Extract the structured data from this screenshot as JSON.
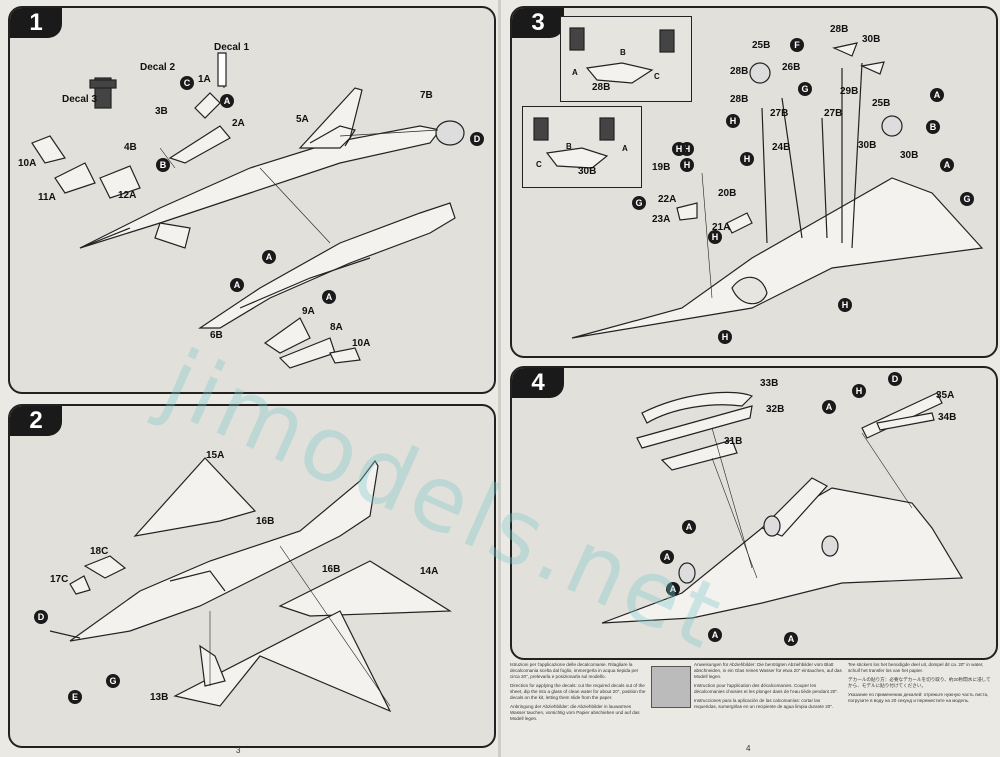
{
  "pages": {
    "left": "3",
    "right": "4"
  },
  "watermark": "jimodels.net",
  "steps": {
    "s1": {
      "number": "1",
      "decals": [
        "Decal 1",
        "Decal 2",
        "Decal 3"
      ],
      "parts": [
        "1A",
        "2A",
        "3B",
        "4B",
        "5A",
        "6B",
        "7B",
        "8A",
        "9A",
        "10A",
        "10A",
        "11A",
        "12A"
      ],
      "callouts": [
        "A",
        "B",
        "C",
        "D",
        "A",
        "A",
        "A"
      ]
    },
    "s2": {
      "number": "2",
      "parts": [
        "15A",
        "16B",
        "16B",
        "14A",
        "18C",
        "17C",
        "13B"
      ],
      "callouts": [
        "D",
        "G",
        "E"
      ]
    },
    "s3": {
      "number": "3",
      "parts": [
        "28B",
        "30B",
        "25B",
        "26B",
        "27B",
        "28B",
        "28B",
        "29B",
        "25B",
        "27B",
        "30B",
        "30B",
        "24B",
        "19B",
        "20B",
        "22A",
        "23A",
        "21A",
        "28B",
        "30B"
      ],
      "callouts": [
        "F",
        "G",
        "H",
        "A",
        "B",
        "H",
        "H",
        "G",
        "G",
        "H",
        "A",
        "H",
        "H",
        "H",
        "H"
      ],
      "inset_letters": [
        "B",
        "A",
        "C",
        "C",
        "B",
        "A"
      ]
    },
    "s4": {
      "number": "4",
      "parts": [
        "33B",
        "32B",
        "31B",
        "35A",
        "34B"
      ],
      "callouts": [
        "H",
        "D",
        "A",
        "A",
        "A",
        "A",
        "A",
        "A"
      ]
    }
  },
  "instructions": {
    "col1": [
      "Istruzioni per l'applicazione delle decalcomanie. Ritagliare la decalcomania scelta dal foglio, immergerla in acqua tiepida per circa 20\", prelevarla e posizionarla sul modello.",
      "Direction for applying the decals: cut the required decals out of the sheet, dip the into a glass of clean water for about 20\", position the decals on the kit, letting them slide from the paper.",
      "Anbringung der Abziehbilder: die Abziehbilder in lauwarmes Wasser tauchen, vorsichtig vom Papier abschieben und auf das Modell legen."
    ],
    "col2": [
      "Anweisungen für Abziehbilder: Die benötigten Abziehbilder vom Blatt abschneiden, in ein Glas reines Wasser für etwa 20\" eintauchen, auf das Modell legen.",
      "Instruction pour l'application des décalcomanies. Couper les décalcomanies choisies et les plonger dans de l'eau tiède pendant 20\".",
      "Instrucciones para la aplicación de las calcomanías: cortar las requeridas, sumergirlas en un recipiente de agua limpia durante 20\"."
    ],
    "col3": [
      "Tee stickers los het benodigde deel uit, dompel dit ca. 20\" in water, schuif het transfer los van het papier.",
      "デカールの貼り方：必要なデカールを切り取り、約20秒間水に浸してから、モデルに貼り付けてください。",
      "Указание по применению декалей: отрежьте нужную часть листа, погрузите в воду на 20 секунд и переместите на модель."
    ]
  }
}
